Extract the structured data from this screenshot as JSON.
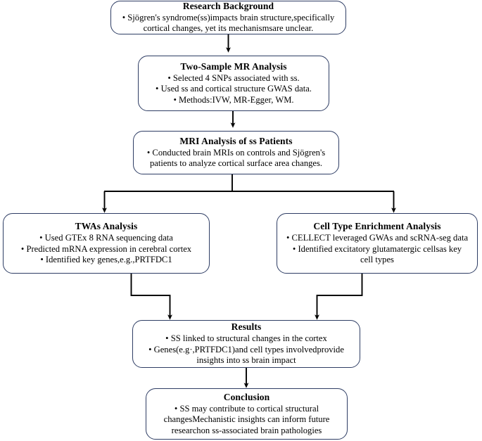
{
  "diagram": {
    "title": "Research workflow flowchart",
    "accent_border_color": "#2e3d64",
    "connector_color": "#000000",
    "background_color": "#ffffff"
  },
  "nodes": [
    {
      "id": "research-background",
      "title": "Research Background",
      "lines": [
        "• Sjögren's syndrome(ss)impacts brain structure,specifically",
        "cortical changes, yet its mechanismsare unclear."
      ]
    },
    {
      "id": "two-sample-mr-analysis",
      "title": "Two-Sample MR Analysis",
      "lines": [
        "• Selected 4 SNPs associated with ss.",
        "• Used ss and cortical structure GWAS data.",
        "• Methods:IVW, MR-Egger, WM."
      ]
    },
    {
      "id": "mri-analysis-of-ss-patients",
      "title": "MRI Analysis of ss Patients",
      "lines": [
        "• Conducted brain MRIs on controls and Sjögren's",
        "patients to analyze cortical surface area changes."
      ]
    },
    {
      "id": "twas-analysis",
      "title": "TWAs Analysis",
      "lines": [
        "• Used GTEx 8 RNA sequencing data",
        "• Predicted mRNA expression in cerebral cortex",
        "• Identified key genes,e.g.,PRTFDC1"
      ]
    },
    {
      "id": "cell-type-enrichment-analysis",
      "title": "Cell Type Enrichment Analysis",
      "lines": [
        "• CELLECT leveraged GWAs and scRNA-seg data",
        "• Identified excitatory glutamatergic cellsas key",
        "cell types"
      ]
    },
    {
      "id": "results",
      "title": "Results",
      "lines": [
        "• SS linked to structural changes in the cortex",
        "• Genes(e.g·,PRTFDC1)and cell types involvedprovide",
        "insights into ss brain impact"
      ]
    },
    {
      "id": "conclusion",
      "title": "Conclusion",
      "lines": [
        "• SS may contribute to cortical structural",
        "changesMechanistic insights can inform future",
        "researchon ss-associated brain pathologies"
      ]
    }
  ],
  "connectors": [
    {
      "id": "background-to-mr",
      "from": "research-background",
      "to": "two-sample-mr-analysis"
    },
    {
      "id": "mr-to-mri",
      "from": "two-sample-mr-analysis",
      "to": "mri-analysis-of-ss-patients"
    },
    {
      "id": "mri-to-twas",
      "from": "mri-analysis-of-ss-patients",
      "to": "twas-analysis"
    },
    {
      "id": "mri-to-celltype",
      "from": "mri-analysis-of-ss-patients",
      "to": "cell-type-enrichment-analysis"
    },
    {
      "id": "twas-to-results",
      "from": "twas-analysis",
      "to": "results"
    },
    {
      "id": "celltype-to-results",
      "from": "cell-type-enrichment-analysis",
      "to": "results"
    },
    {
      "id": "results-to-conclusion",
      "from": "results",
      "to": "conclusion"
    }
  ]
}
